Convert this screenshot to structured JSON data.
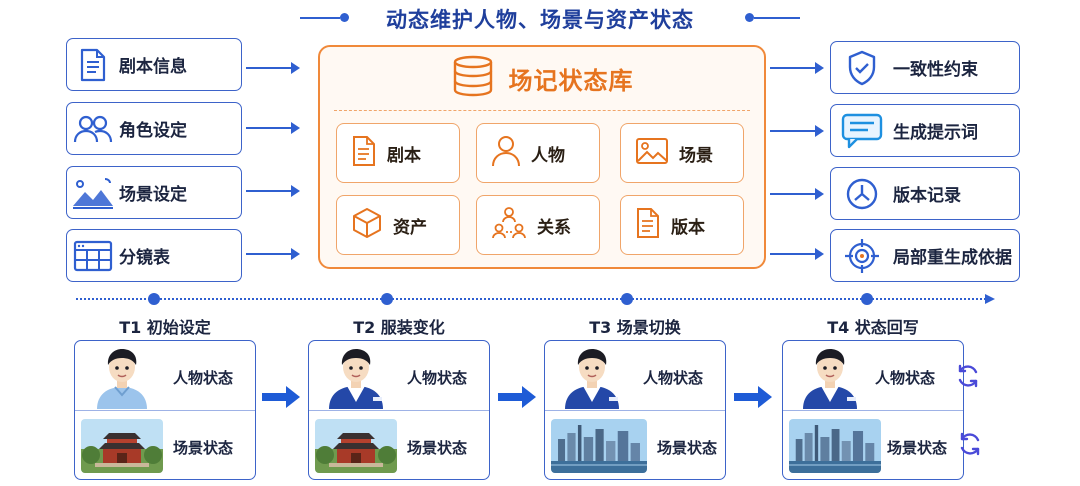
{
  "title": "动态维护人物、场景与资产状态",
  "inputs": [
    {
      "label": "剧本信息",
      "icon": "document-icon"
    },
    {
      "label": "角色设定",
      "icon": "users-icon"
    },
    {
      "label": "场景设定",
      "icon": "landscape-icon"
    },
    {
      "label": "分镜表",
      "icon": "storyboard-grid-icon"
    }
  ],
  "store": {
    "title": "场记状态库",
    "icon": "database-icon",
    "cells": [
      {
        "label": "剧本",
        "icon": "document-icon"
      },
      {
        "label": "人物",
        "icon": "person-icon"
      },
      {
        "label": "场景",
        "icon": "image-icon"
      },
      {
        "label": "资产",
        "icon": "cube-icon"
      },
      {
        "label": "关系",
        "icon": "relation-icon"
      },
      {
        "label": "版本",
        "icon": "document-icon"
      }
    ]
  },
  "outputs": [
    {
      "label": "一致性约束",
      "icon": "shield-check-icon"
    },
    {
      "label": "生成提示词",
      "icon": "chat-icon"
    },
    {
      "label": "版本记录",
      "icon": "clock-icon"
    },
    {
      "label": "局部重生成依据",
      "icon": "target-icon"
    }
  ],
  "stages": [
    {
      "label": "T1 初始设定",
      "character_label": "人物状态",
      "scene_label": "场景状态",
      "outfit": "light-blue-hoodie",
      "scene": "temple",
      "refresh": false
    },
    {
      "label": "T2 服装变化",
      "character_label": "人物状态",
      "scene_label": "场景状态",
      "outfit": "dark-blue-jacket",
      "scene": "temple",
      "refresh": false
    },
    {
      "label": "T3 场景切换",
      "character_label": "人物状态",
      "scene_label": "场景状态",
      "outfit": "dark-blue-jacket",
      "scene": "city-skyline",
      "refresh": false
    },
    {
      "label": "T4 状态回写",
      "character_label": "人物状态",
      "scene_label": "场景状态",
      "outfit": "dark-blue-jacket",
      "scene": "city-skyline",
      "refresh": true
    }
  ],
  "colors": {
    "primary_blue": "#2f5fd0",
    "accent_orange": "#f0893a",
    "title_blue": "#1f3f9c"
  }
}
